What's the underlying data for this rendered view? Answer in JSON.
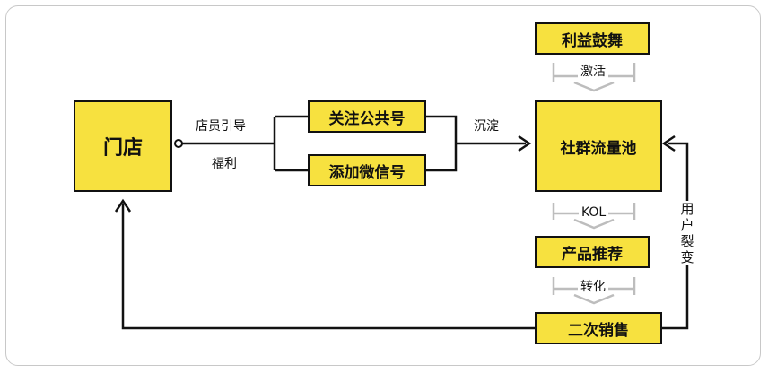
{
  "colors": {
    "box_fill": "#f7e13f",
    "box_border": "#111111",
    "line": "#111111",
    "gray_arrow": "#bdbdbd"
  },
  "nodes": {
    "store": "门店",
    "follow_official": "关注公共号",
    "add_wechat": "添加微信号",
    "community_pool": "社群流量池",
    "benefit_incentive": "利益鼓舞",
    "product_recommend": "产品推荐",
    "second_sale": "二次销售"
  },
  "labels": {
    "clerk_guide": "店员引导",
    "welfare": "福利",
    "settle": "沉淀",
    "activate": "激活",
    "kol": "KOL",
    "convert": "转化",
    "user_fission": "用户裂变"
  }
}
